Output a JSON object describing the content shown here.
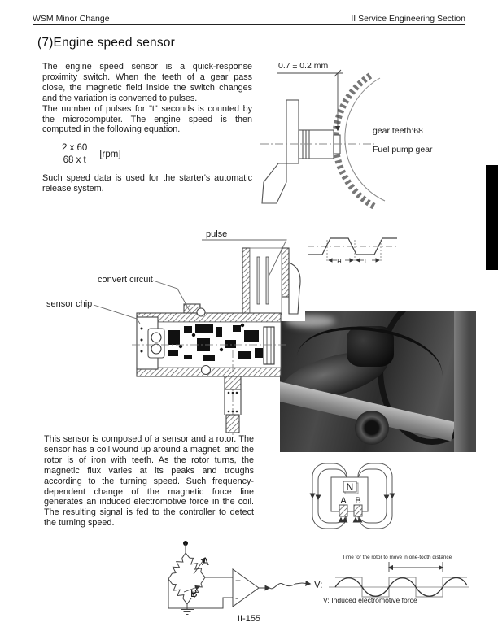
{
  "header": {
    "left": "WSM Minor Change",
    "right": "II Service Engineering Section"
  },
  "section": {
    "heading": "(7)Engine speed sensor"
  },
  "intro": {
    "p1": "The engine speed sensor is a quick-response proximity switch. When the teeth of a gear pass close, the magnetic field inside the switch changes and the variation is converted to pulses.",
    "p2": "The number of pulses for \"t\" seconds is counted by the microcomputer. The engine speed is then computed in the following equation.",
    "equation": {
      "numerator": "2 x 60",
      "denominator": "68 x t",
      "unit": "[rpm]"
    },
    "p3": "Such speed data is used for the starter's automatic release system."
  },
  "gap_figure": {
    "dimension": "0.7 ± 0.2 mm",
    "gear_teeth": "gear teeth:68",
    "fuel_pump": "Fuel pump gear"
  },
  "pulse_figure": {
    "label": "pulse",
    "high": "H",
    "low": "L"
  },
  "sensor_figure": {
    "convert_circuit": "convert circuit",
    "sensor_chip": "sensor chip"
  },
  "body2": {
    "text": "This sensor is composed of a sensor and a rotor. The sensor has a coil wound up around a magnet, and the rotor is of iron with teeth. As the rotor turns, the magnetic flux varies at its peaks and troughs according to the turning speed. Such frequency-dependent change of the magnetic force line generates an induced electromotive force in the coil. The resulting signal is fed to the controller to detect the turning speed."
  },
  "flux_figure": {
    "n": "N",
    "a": "A",
    "b": "B"
  },
  "circuit_figure": {
    "a": "A",
    "b": "B",
    "plus": "+",
    "minus": "-",
    "v": "V:"
  },
  "wave_figure": {
    "time_label": "Time for the rotor to move in one-tooth distance",
    "caption": "V: Induced electromotive force"
  },
  "footer": {
    "page_number": "II-155"
  }
}
